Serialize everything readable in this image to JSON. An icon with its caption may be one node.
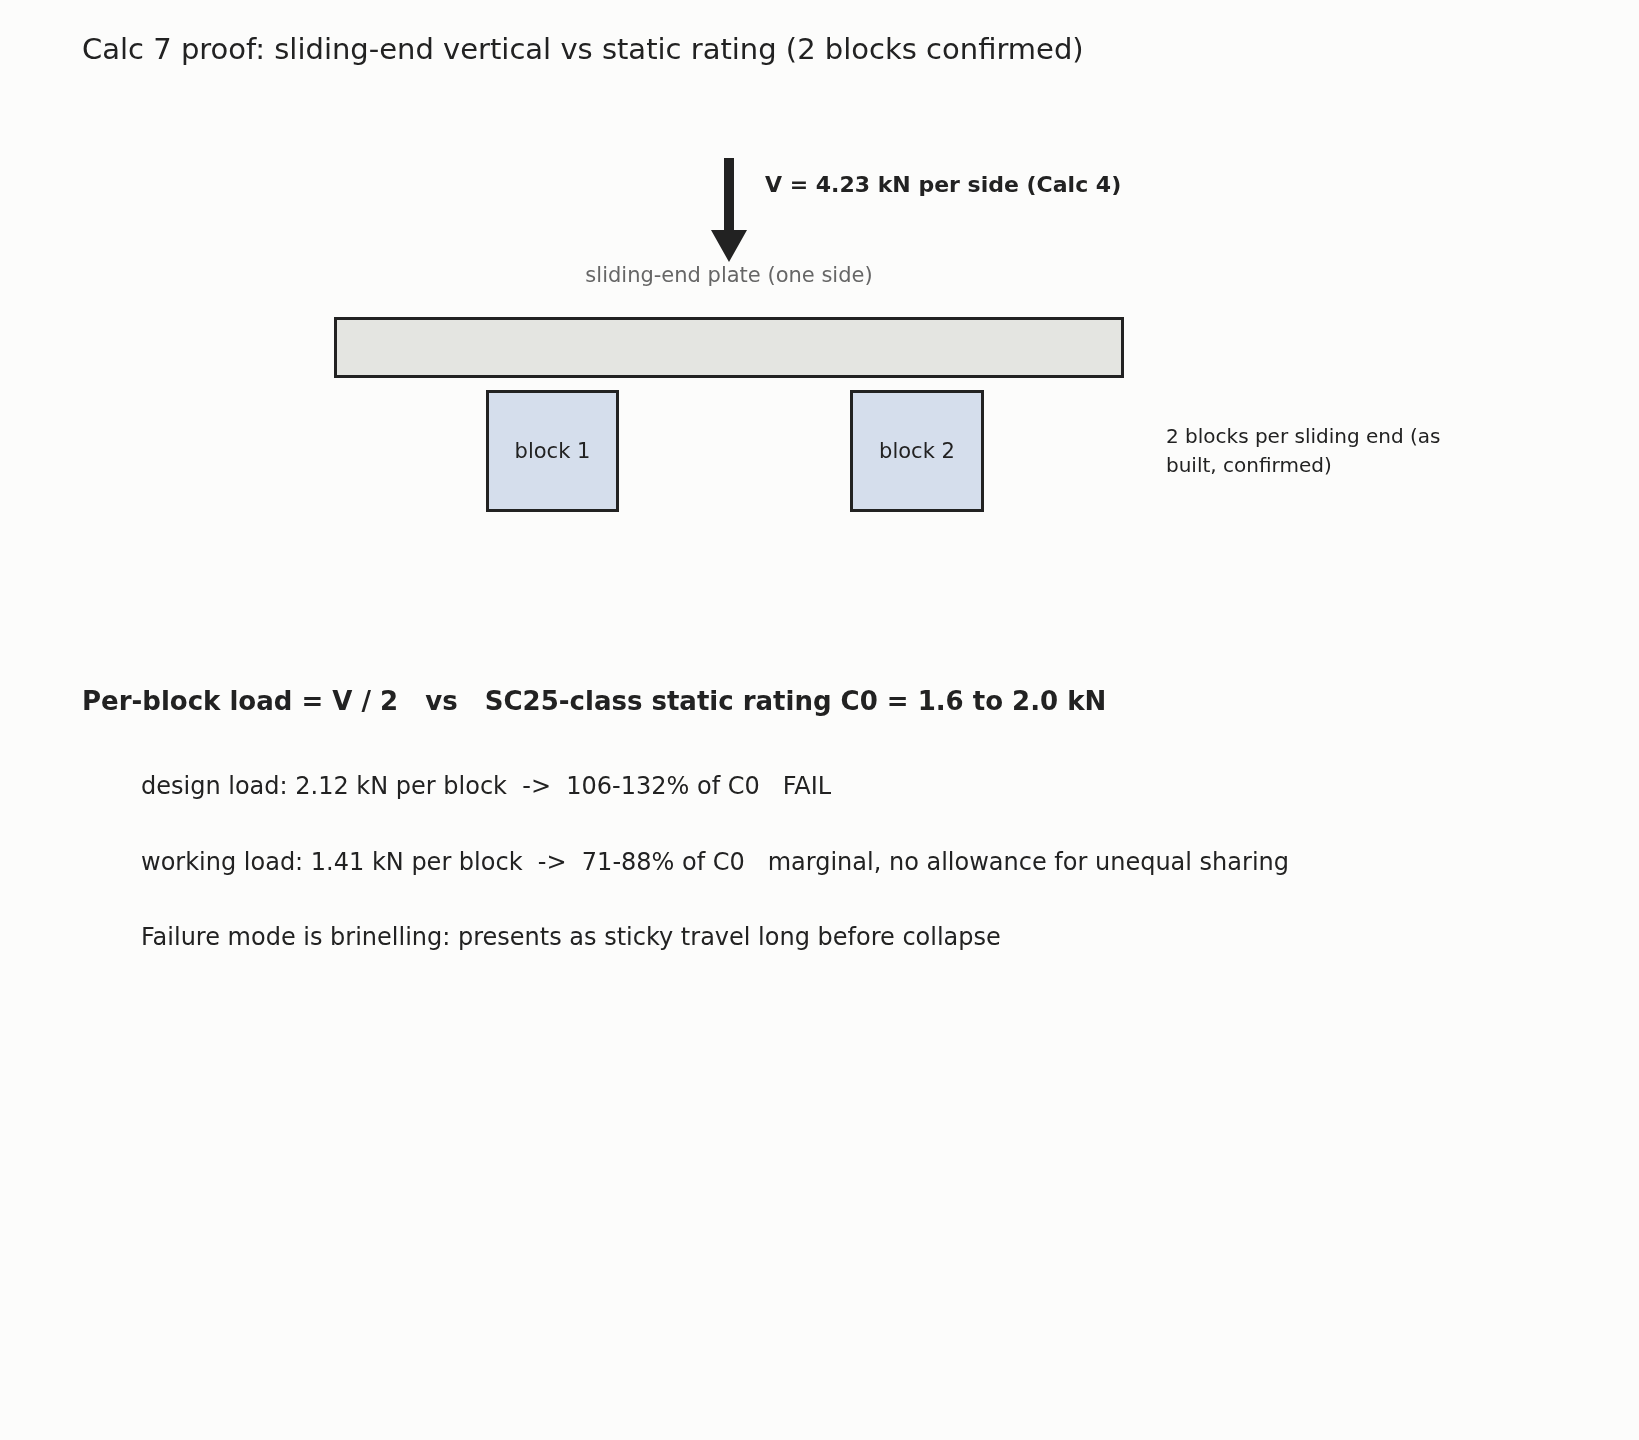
{
  "diagram": {
    "title": "Calc 7 proof: sliding-end vertical vs static rating (2 blocks confirmed)",
    "nodes": [
      {
        "text": [
          "sliding-end plate (one side)"
        ]
      },
      {
        "text": [
          "block 1"
        ]
      },
      {
        "text": [
          "block 2"
        ]
      }
    ],
    "edges": [],
    "labels": [
      "V = 4.23 kN per side (Calc 4)",
      "2 blocks per sliding end (as built, confirmed)",
      "Per-block load = V / 2   vs   SC25-class static rating C0 = 1.6 to 2.0 kN",
      "design load: 2.12 kN per block  ->  106-132% of C0   FAIL",
      "working load: 1.41 kN per block  ->  71-88% of C0   marginal, no allowance for unequal sharing",
      "Failure mode is brinelling: presents as sticky travel long before collapse"
    ]
  }
}
